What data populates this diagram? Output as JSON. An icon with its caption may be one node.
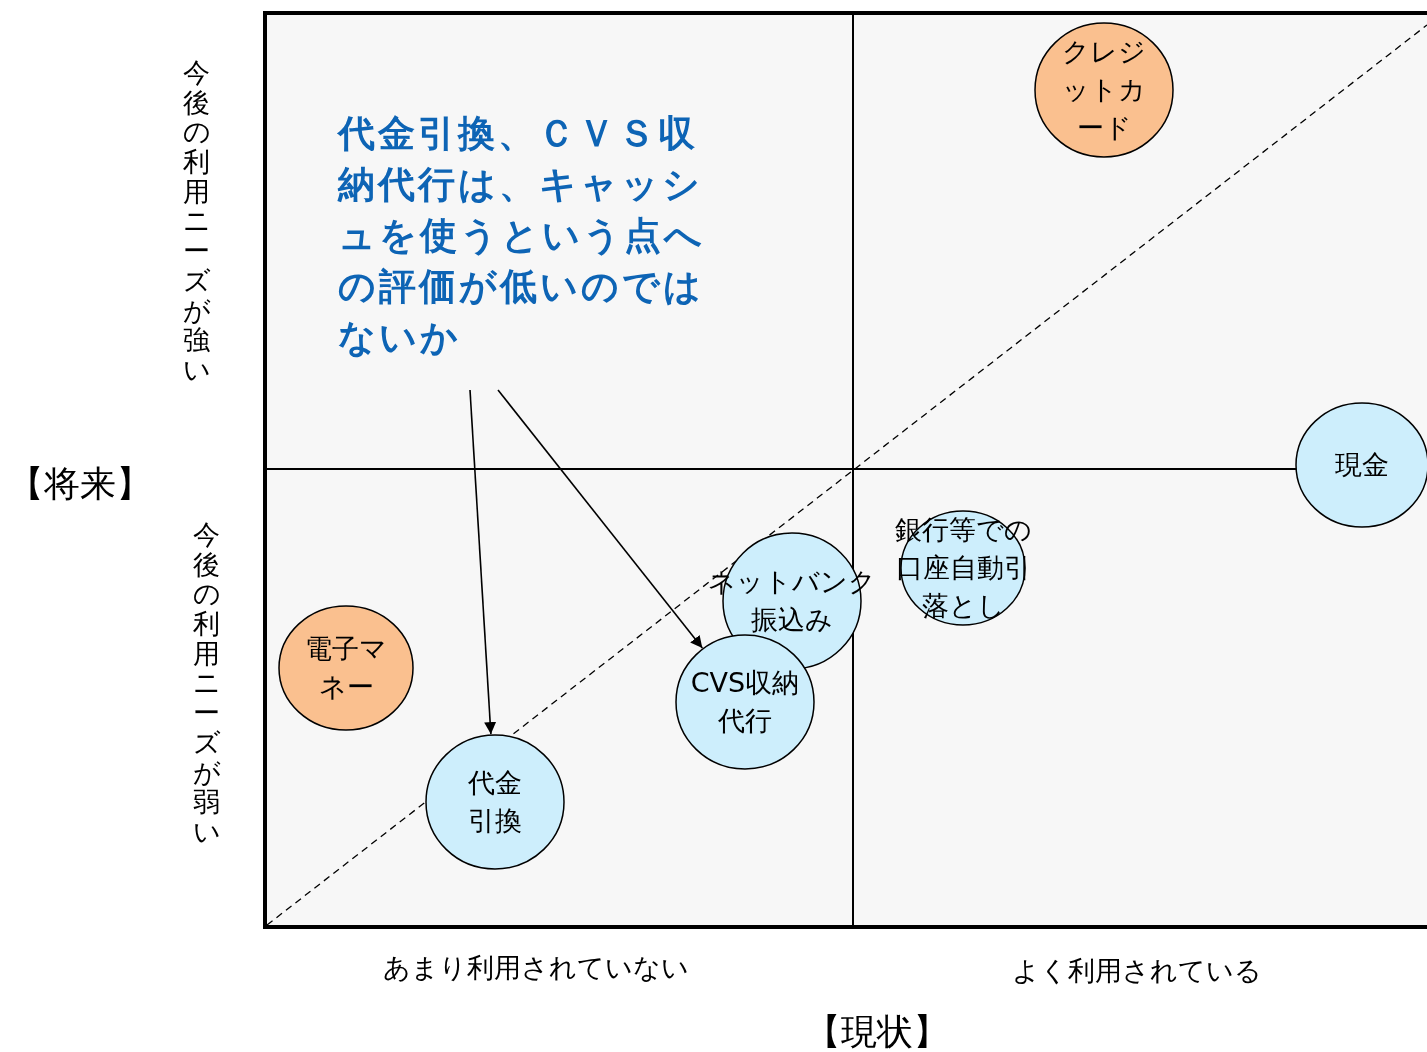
{
  "diagram": {
    "nodes": [
      {
        "text": [
          "代金引換、ＣＶＳ収納代行は、キャッシュを使うという点への評価が低いのではないか"
        ]
      },
      {
        "text": [
          "クレジットカード"
        ]
      },
      {
        "text": [
          "現金"
        ]
      },
      {
        "text": [
          "銀行等での口座自動引落とし"
        ]
      },
      {
        "text": [
          "ネットバンク振込み"
        ]
      },
      {
        "text": [
          "CVS収納代行"
        ]
      },
      {
        "text": [
          "電子マネー"
        ]
      },
      {
        "text": [
          "代金引換"
        ]
      }
    ],
    "edges": [
      {
        "from": 0,
        "to": 7,
        "arrow": "to"
      },
      {
        "from": 0,
        "to": 5,
        "arrow": "to"
      }
    ],
    "labels": [
      "今後の利用ニーズが強い",
      "【将来】",
      "今後の利用ニーズが弱い",
      "あまり利用されていない",
      "よく利用されている",
      "【現状】"
    ]
  }
}
